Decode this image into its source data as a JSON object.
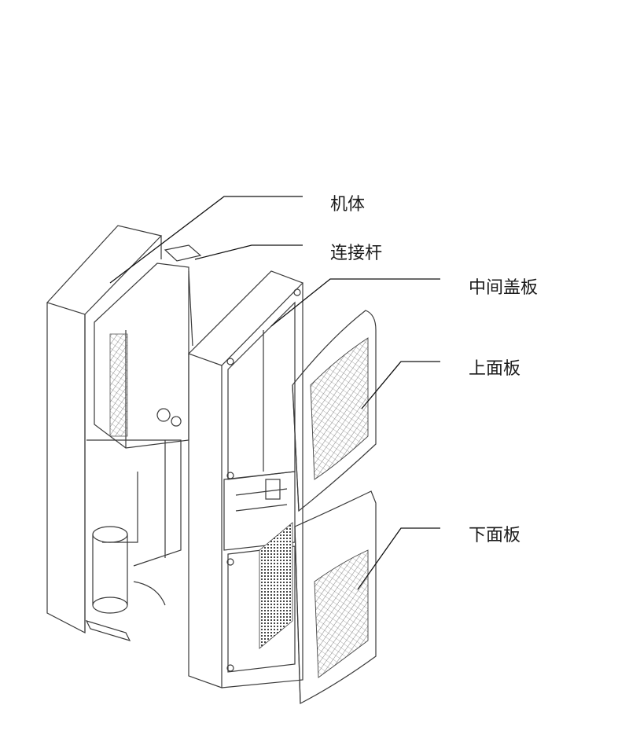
{
  "labels": {
    "body": "机体",
    "connecting_rod": "连接杆",
    "middle_cover": "中间盖板",
    "upper_panel": "上面板",
    "lower_panel": "下面板"
  }
}
